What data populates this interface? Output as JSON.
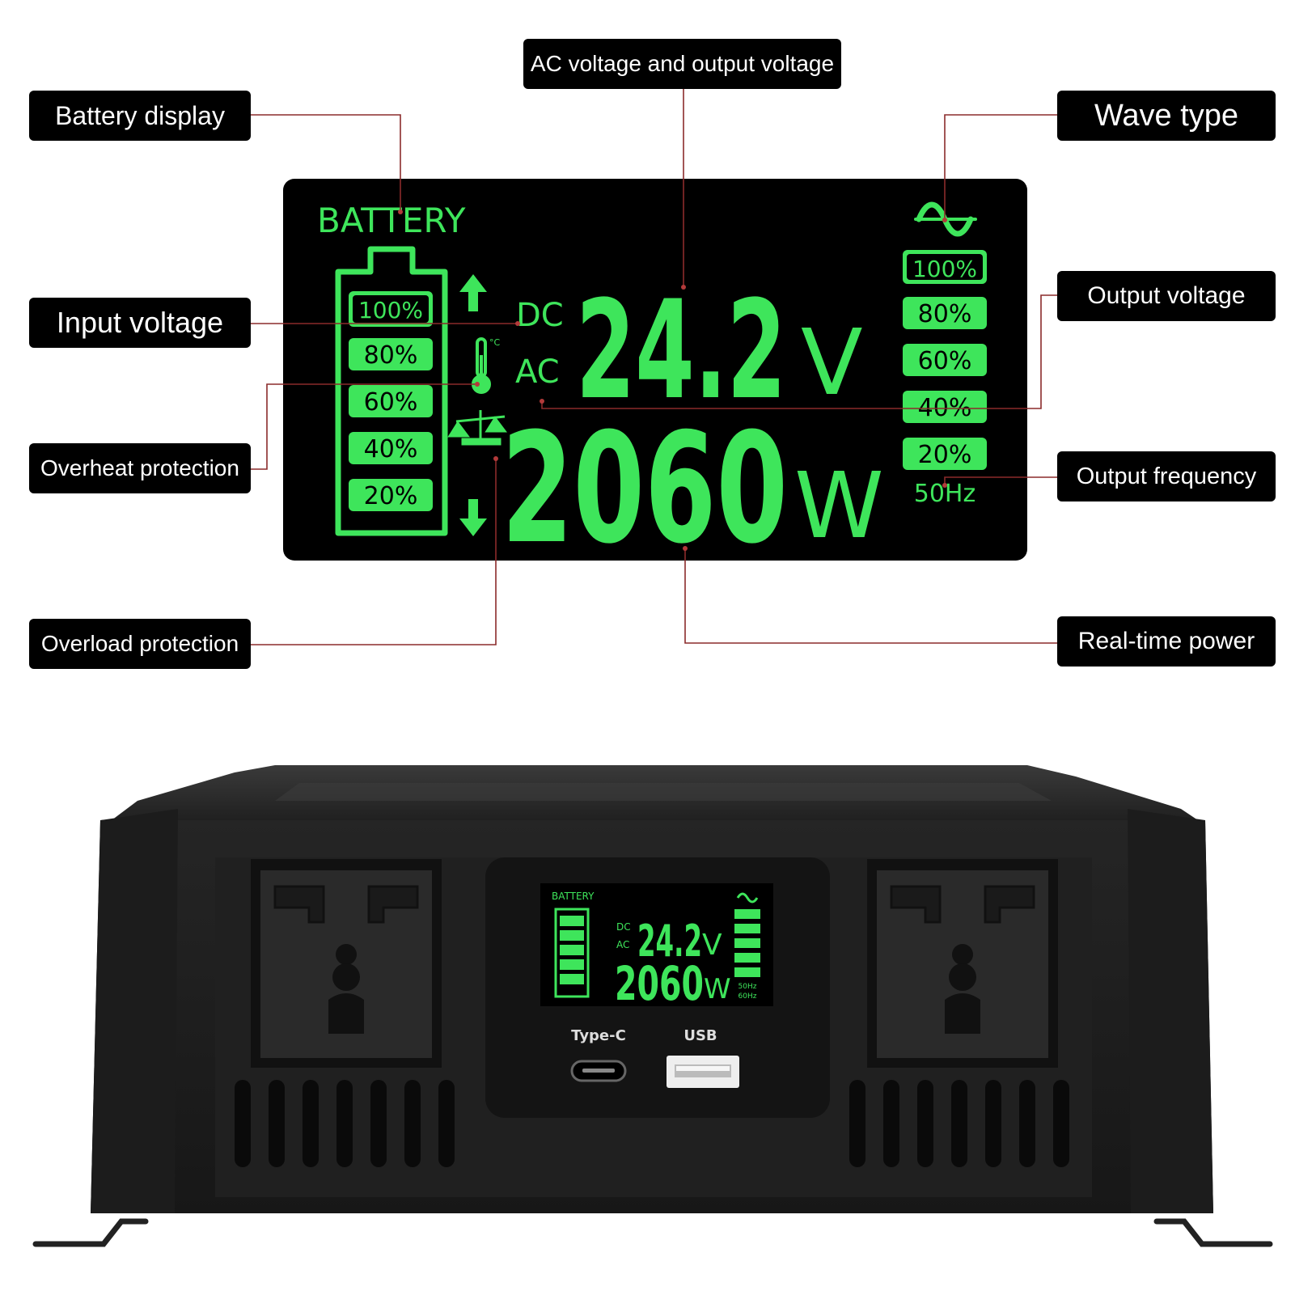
{
  "callouts": {
    "battery_display": "Battery display",
    "ac_voltage": "AC voltage and output voltage",
    "wave_type": "Wave type",
    "input_voltage": "Input voltage",
    "output_voltage": "Output voltage",
    "overheat_protection": "Overheat protection",
    "output_frequency": "Output frequency",
    "overload_protection": "Overload protection",
    "realtime_power": "Real-time power"
  },
  "lcd": {
    "battery_title": "BATTERY",
    "battery_levels": [
      "100%",
      "80%",
      "60%",
      "40%",
      "20%"
    ],
    "output_levels": [
      "100%",
      "80%",
      "60%",
      "40%",
      "20%"
    ],
    "dc_label": "DC",
    "ac_label": "AC",
    "voltage_value": "24.2",
    "voltage_unit": "V",
    "power_value": "2060",
    "power_unit": "W",
    "frequency": "50Hz"
  },
  "device": {
    "small_battery_title": "BATTERY",
    "small_frequencies": [
      "50Hz",
      "60Hz"
    ],
    "typec_label": "Type-C",
    "usb_label": "USB"
  },
  "colors": {
    "lcd_green": "#3ee55b",
    "leader_line": "#8b2b2b",
    "callout_bg": "#000000"
  }
}
